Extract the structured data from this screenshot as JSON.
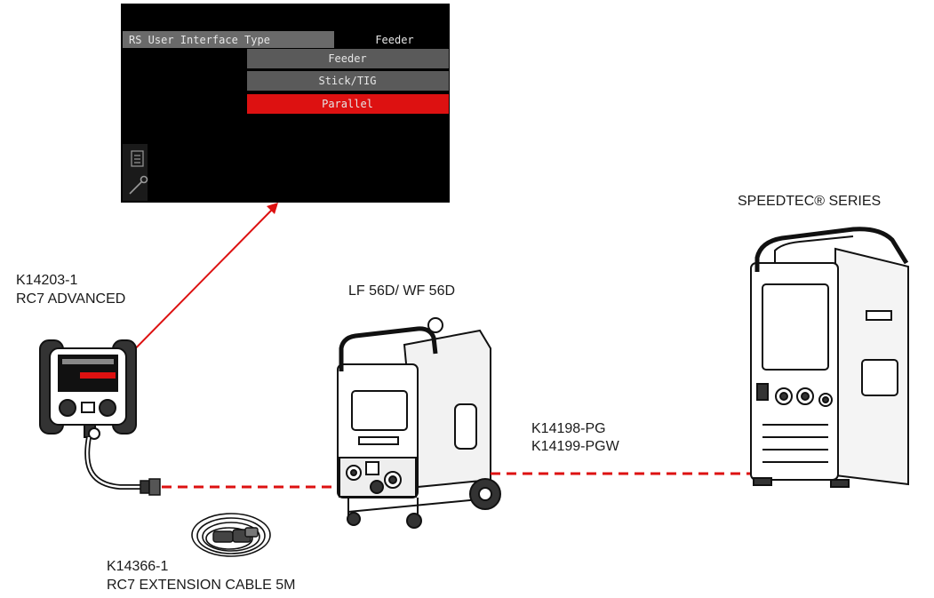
{
  "screen": {
    "parameter_label": "RS User Interface Type",
    "current_value": "Feeder",
    "options": [
      {
        "label": "Feeder",
        "selected": false
      },
      {
        "label": "Stick/TIG",
        "selected": false
      },
      {
        "label": "Parallel",
        "selected": true
      }
    ]
  },
  "devices": {
    "remote": {
      "part": "K14203-1",
      "name": "RC7 ADVANCED"
    },
    "feeder": {
      "name": "LF 56D/ WF 56D"
    },
    "power_source": {
      "name": "SPEEDTEC® SERIES"
    }
  },
  "cables": {
    "interconnect": {
      "line1": "K14198-PG",
      "line2": "K14199-PGW"
    },
    "extension": {
      "part": "K14366-1",
      "name": "RC7 EXTENSION CABLE 5M"
    }
  },
  "colors": {
    "highlight": "#dd1111",
    "cable": "#dd1111",
    "screen_bg": "#000000",
    "menu_item": "#5a5a5a"
  }
}
